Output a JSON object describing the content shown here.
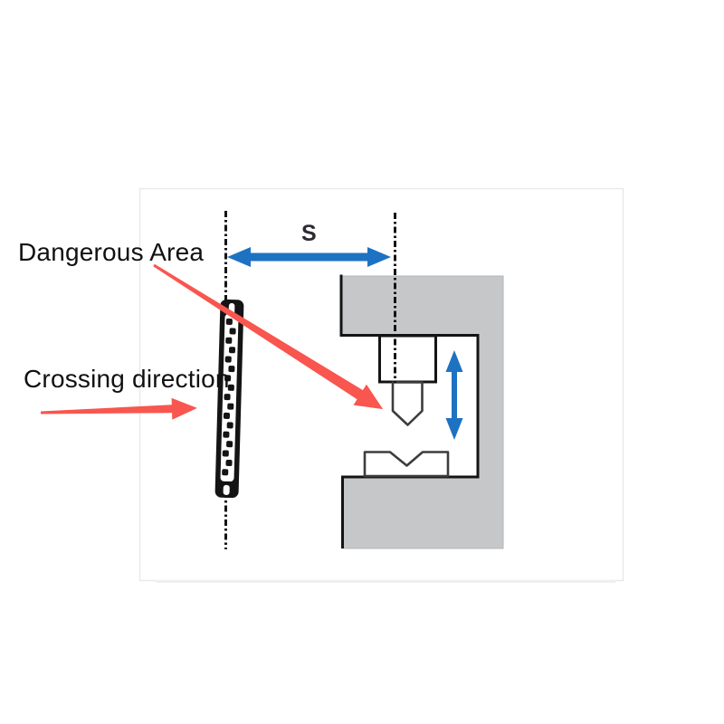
{
  "diagram": {
    "title": "press-brake-safety-light-curtain-diagram",
    "labels": {
      "dangerous_area": "Dangerous Area",
      "crossing_direction": "Crossing direction",
      "safety_distance": "S"
    },
    "colors": {
      "arrow_red": "#f8564f",
      "arrow_blue": "#1e72c2",
      "frame_gray": "#c5c7c9",
      "curtain_black": "#141414"
    }
  }
}
